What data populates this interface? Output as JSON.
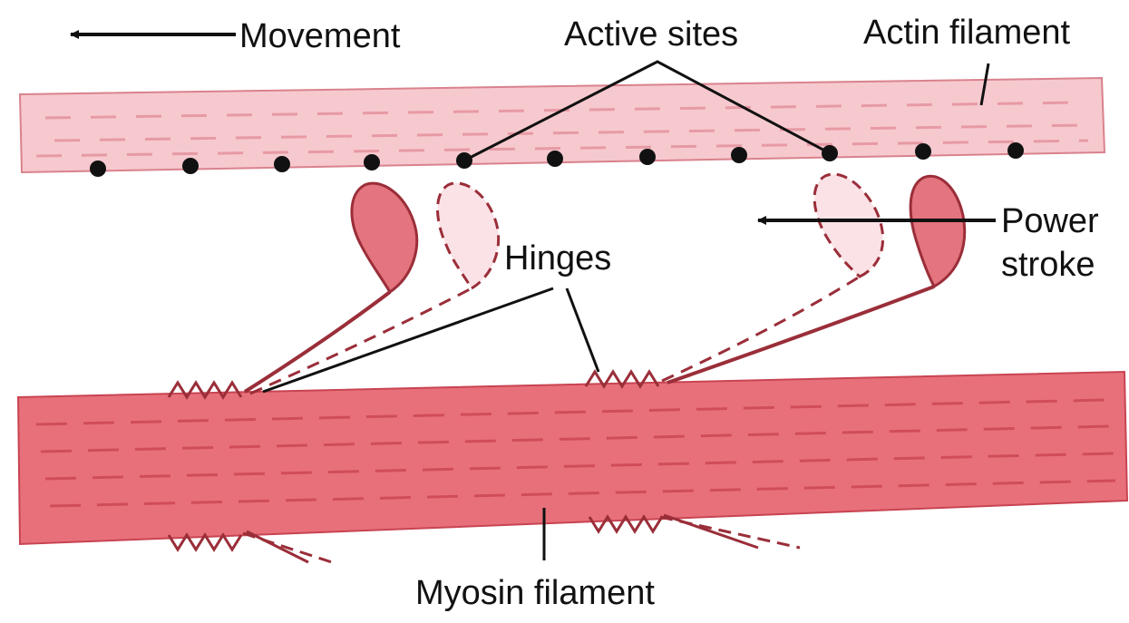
{
  "diagram": {
    "labels": {
      "movement": "Movement",
      "active_sites": "Active sites",
      "actin_filament": "Actin filament",
      "power": "Power",
      "stroke": "stroke",
      "hinges": "Hinges",
      "myosin_filament": "Myosin filament"
    },
    "colors": {
      "actin_fill": "#f6c9cf",
      "actin_stripe": "#e79aa4",
      "myosin_fill": "#e8707a",
      "myosin_stripe": "#cf4d59",
      "head_solid": "#e4747e",
      "head_ghost": "#fbe2e6",
      "outline": "#9a2e39",
      "ink": "#111111"
    }
  }
}
